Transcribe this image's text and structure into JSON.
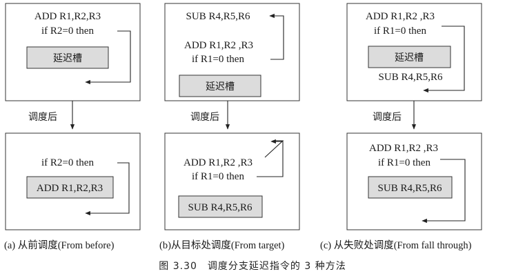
{
  "panel_a": {
    "before": {
      "line1": "ADD R1,R2,R3",
      "line2": "if R2=0 then",
      "slot": "延迟槽"
    },
    "schedule_label": "调度后",
    "after": {
      "line1": "if R2=0 then",
      "slot": "ADD R1,R2,R3"
    },
    "caption": "(a) 从前调度(From before)"
  },
  "panel_b": {
    "before": {
      "line0": "SUB R4,R5,R6",
      "line1": "ADD R1,R2 ,R3",
      "line2": "if R1=0 then",
      "slot": "延迟槽"
    },
    "schedule_label": "调度后",
    "after": {
      "line1": "ADD R1,R2 ,R3",
      "line2": "if R1=0 then",
      "slot": "SUB R4,R5,R6"
    },
    "caption": "(b)从目标处调度(From target)"
  },
  "panel_c": {
    "before": {
      "line1": "ADD R1,R2 ,R3",
      "line2": "if R1=0 then",
      "slot": "延迟槽",
      "line3": "SUB R4,R5,R6"
    },
    "schedule_label": "调度后",
    "after": {
      "line1": "ADD R1,R2 ,R3",
      "line2": "if R1=0 then",
      "slot": "SUB R4,R5,R6"
    },
    "caption": "(c) 从失败处调度(From fall through)"
  },
  "figure_caption": "图 3.30　调度分支延迟指令的 3 种方法"
}
